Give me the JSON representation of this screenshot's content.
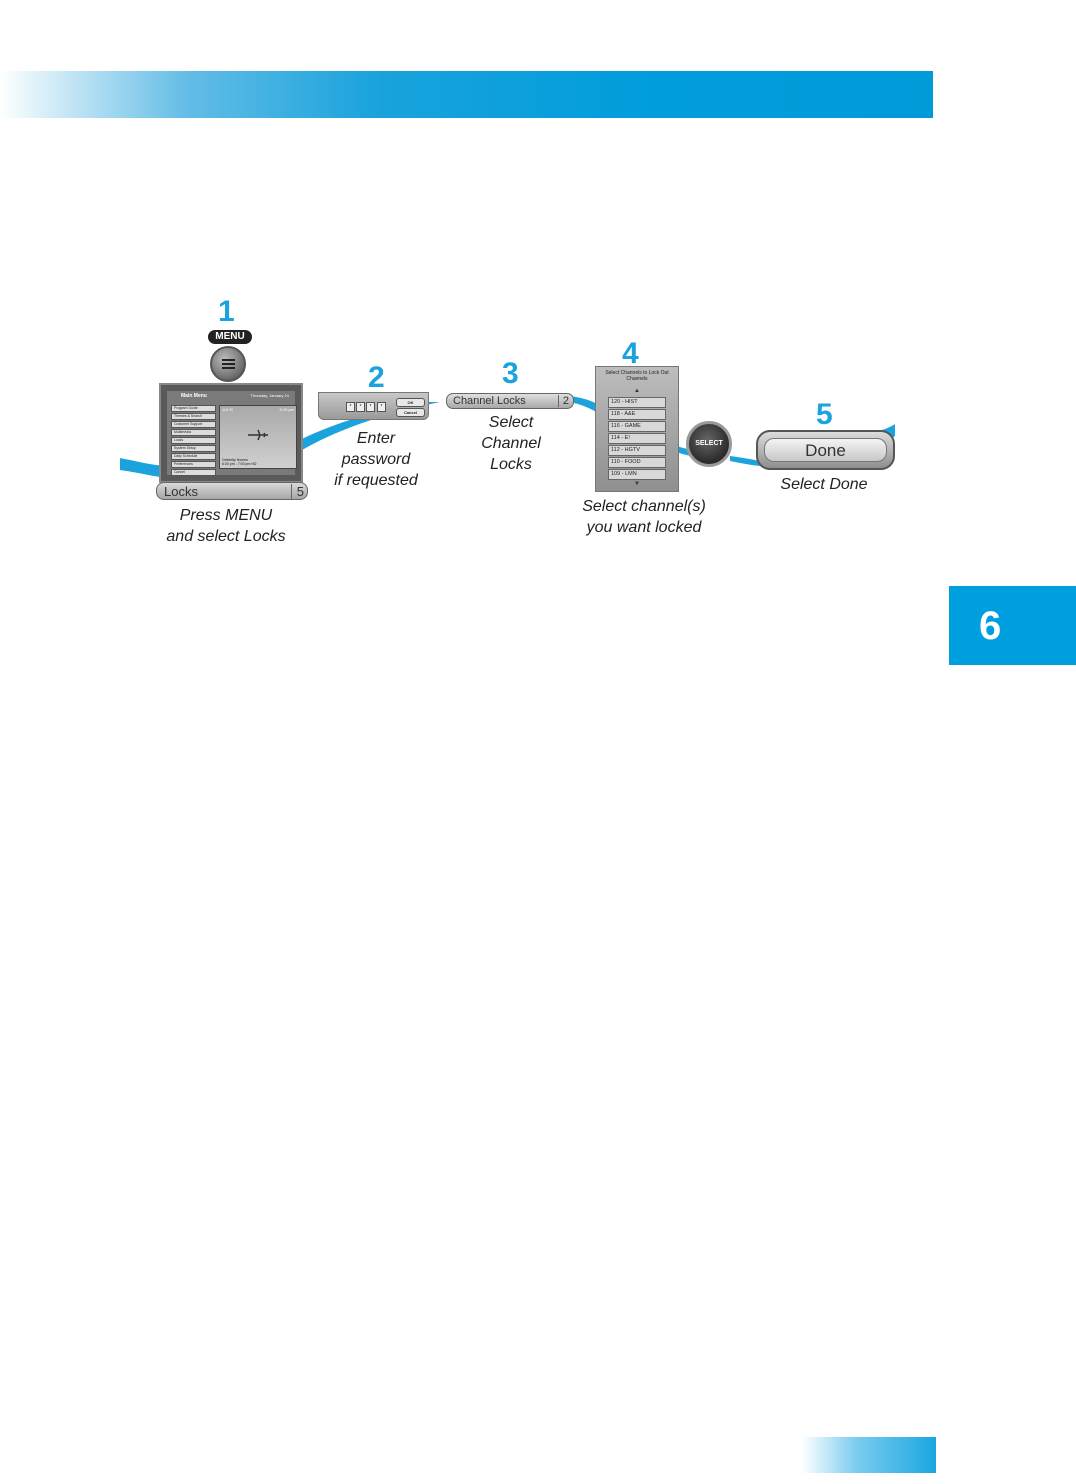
{
  "chapter": {
    "number": "6"
  },
  "steps": [
    {
      "number": "1",
      "caption_line1": "Press MENU",
      "caption_line2": "and select Locks"
    },
    {
      "number": "2",
      "caption_line1": "Enter",
      "caption_line2": "password",
      "caption_line3": "if requested"
    },
    {
      "number": "3",
      "caption_line1": "Select",
      "caption_line2": "Channel",
      "caption_line3": "Locks"
    },
    {
      "number": "4",
      "caption_line1": "Select channel(s)",
      "caption_line2": "you want locked"
    },
    {
      "number": "5",
      "caption_line1": "Select Done"
    }
  ],
  "remote": {
    "menu_label": "MENU",
    "select_label": "SELECT"
  },
  "main_menu_screen": {
    "title": "Main Menu",
    "date": "Thursday, January 24",
    "items": [
      "Program Guide",
      "Themes & Search",
      "Customer Support",
      "Multimedia",
      "Locks",
      "System Setup",
      "Daily Schedule",
      "Preferences",
      "Cancel"
    ],
    "channel": "114 E!",
    "time": "6:29 pm",
    "program": "Celebrity Homes",
    "program_time": "6:30 pm - 7:00 pm   HD"
  },
  "locks_option": {
    "label": "Locks",
    "number": "5"
  },
  "password_panel": {
    "ok_label": "OK",
    "cancel_label": "Cancel",
    "digits": [
      "*",
      "*",
      "*",
      "*"
    ]
  },
  "channel_locks_option": {
    "label": "Channel Locks",
    "number": "2"
  },
  "channel_list": {
    "title_line1": "Select Channels to Lock Out",
    "title_line2": "Channels",
    "channels": [
      "120 - HIST",
      "118 - A&E",
      "116 - GAME",
      "114 - E!",
      "112 - HGTV",
      "110 - FOOD",
      "109 - LMN"
    ]
  },
  "done_button": {
    "label": "Done"
  },
  "colors": {
    "accent": "#009ddc",
    "step_number": "#1aa3dc"
  }
}
